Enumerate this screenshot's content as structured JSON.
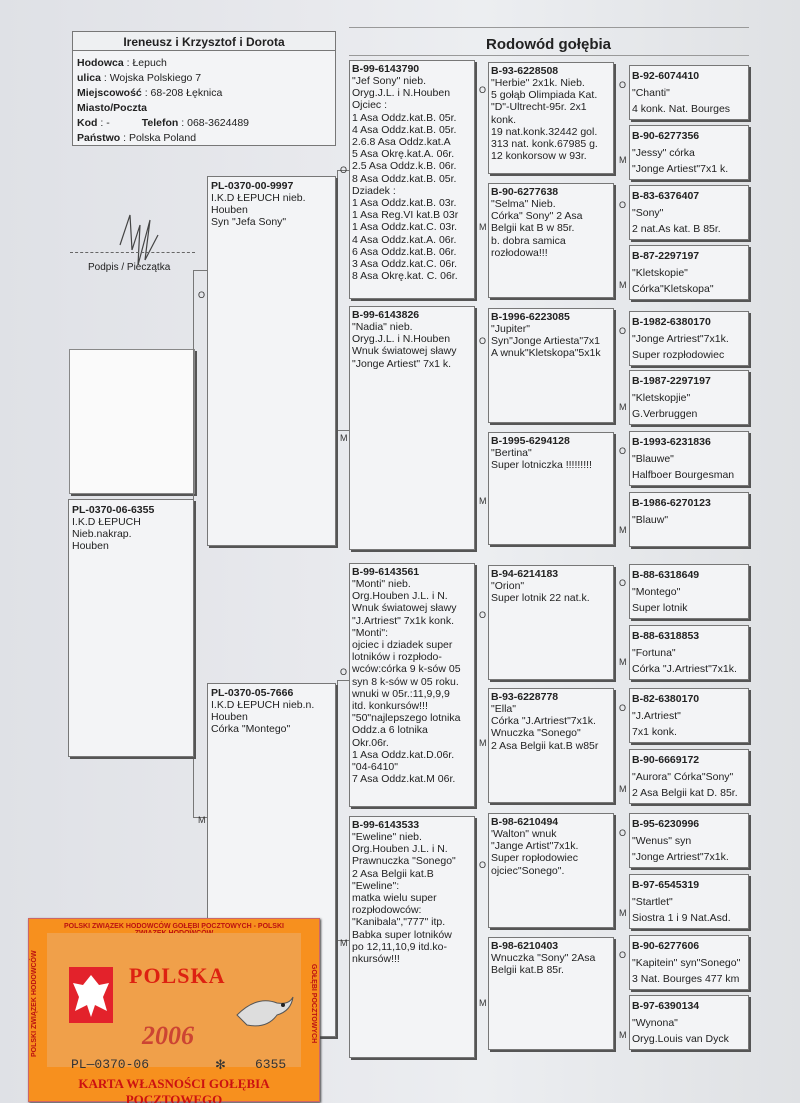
{
  "header": {
    "title": "Ireneusz i Krzysztof i Dorota",
    "rows": [
      {
        "label": "Hodowca",
        "value": "Łepuch"
      },
      {
        "label": "ulica",
        "value": "Wojska Polskiego 7"
      },
      {
        "label": "Miejscowość",
        "value": "68-208 Łęknica"
      },
      {
        "label": "Miasto/Poczta",
        "value": ""
      },
      {
        "label": "Kod",
        "value": "-"
      },
      {
        "label": "Telefon",
        "value": "068-3624489"
      },
      {
        "label": "Państwo",
        "value": "Polska   Poland"
      }
    ]
  },
  "doc_title": "Rodowód gołębia",
  "signature_label": "Podpis / Pieczątka",
  "gen0": {
    "ring": "PL-0370-06-6355",
    "text": "I.K.D ŁEPUCH\nNieb.nakrap.\nHouben"
  },
  "gen1": [
    {
      "ring": "PL-0370-00-9997",
      "text": "I.K.D ŁEPUCH     nieb.\nHouben\nSyn \"Jefa Sony\""
    },
    {
      "ring": "PL-0370-05-7666",
      "text": "I.K.D ŁEPUCH  nieb.n.\nHouben\nCórka \"Montego\""
    }
  ],
  "gen2": [
    {
      "ring": "B-99-6143790",
      "text": "\"Jef Sony\"            nieb.\nOryg.J.L. i N.Houben\nOjciec :\n1 Asa Oddz.kat.B. 05r.\n4 Asa Oddz.kat.B. 05r.\n2.6.8 Asa Oddz.kat.A\n5 Asa Okrę.kat.A. 06r.\n2.5 Asa Oddz.k.B. 06r.\n8 Asa Oddz.kat.B. 05r.\nDziadek :\n1 Asa Oddz.kat.B. 03r.\n1 Asa Reg.VI kat.B 03r\n1 Asa Oddz.kat.C. 03r.\n4 Asa Oddz.kat.A. 06r.\n6 Asa Oddz.kat.B. 06r.\n3 Asa Oddz.kat.C. 06r.\n8 Asa Okrę.kat. C. 06r."
    },
    {
      "ring": "B-99-6143826",
      "text": "\"Nadia\"               nieb.\nOryg.J.L. i N.Houben\nWnuk światowej sławy\n\"Jonge Artiest\" 7x1 k."
    },
    {
      "ring": "B-99-6143561",
      "text": "\"Monti\"                nieb.\nOrg.Houben J.L. i N.\nWnuk światowej sławy\n\"J.Artriest\" 7x1k konk.\n\"Monti\":\nojciec i dziadek super\nlotników i rozpłodo-\nwców:córka 9 k-sów 05\nsyn 8 k-sów w 05 roku.\nwnuki w 05r.:11,9,9,9\nitd. konkursów!!!\n\"50\"najlepszego lotnika\nOddz.a 6 lotnika\nOkr.06r.\n1 Asa Oddz.kat.D.06r.\n\"04-6410\"\n7 Asa Oddz.kat.M 06r."
    },
    {
      "ring": "B-99-6143533",
      "text": "\"Eweline\"             nieb.\nOrg.Houben J.L. i N.\nPrawnuczka \"Sonego\"\n2 Asa Belgii kat.B\n\"Eweline\":\nmatka wielu super\nrozpłodowców:\n\"Kanibala\",\"777\" itp.\nBabka super lotników\npo 12,11,10,9 itd.ko-\nnkursów!!!"
    }
  ],
  "gen3": [
    {
      "ring": "B-93-6228508",
      "text": "\"Herbie\"  2x1k. Nieb.\n5 gołąb Olimpiada Kat.\n\"D\"-Ultrecht-95r. 2x1\nkonk.\n19 nat.konk.32442 gol.\n313 nat. konk.67985 g.\n12 konkorsow w 93r."
    },
    {
      "ring": "B-90-6277638",
      "text": "\"Selma\"            Nieb.\nCórka\" Sony\" 2 Asa\nBelgii kat B w 85r.\n b. dobra samica\nrozłodowa!!!"
    },
    {
      "ring": "B-1996-6223085",
      "text": "\"Jupiter\"\nSyn\"Jonge Artiesta\"7x1\nA wnuk\"Kletskopa\"5x1k"
    },
    {
      "ring": "B-1995-6294128",
      "text": "\"Bertina\"\nSuper lotniczka !!!!!!!!!"
    },
    {
      "ring": "B-94-6214183",
      "text": "\"Orion\"\nSuper lotnik     22 nat.k."
    },
    {
      "ring": "B-93-6228778",
      "text": "\"Ella\"\nCórka \"J.Artriest\"7x1k.\nWnuczka \"Sonego\"\n2 Asa Belgii kat.B w85r"
    },
    {
      "ring": "B-98-6210494",
      "text": "'Walton\"          wnuk\n \"Jange Artist\"7x1k.\nSuper ropłodowiec\nojciec\"Sonego\"."
    },
    {
      "ring": "B-98-6210403",
      "text": "Wnuczka \"Sony\" 2Asa\nBelgii kat.B 85r."
    }
  ],
  "gen4": [
    {
      "ring": "B-92-6074410",
      "text": "\"Chanti\"\n4 konk. Nat. Bourges"
    },
    {
      "ring": "B-90-6277356",
      "text": "\"Jessy\"      córka\n\"Jonge Artiest\"7x1 k."
    },
    {
      "ring": "B-83-6376407",
      "text": "\"Sony\"\n2 nat.As kat. B 85r."
    },
    {
      "ring": "B-87-2297197",
      "text": "\"Kletskopie\"\nCórka\"Kletskopa\""
    },
    {
      "ring": "B-1982-6380170",
      "text": "\"Jonge Artriest\"7x1k.\nSuper rozpłodowiec"
    },
    {
      "ring": "B-1987-2297197",
      "text": "\"Kletskopjie\"\nG.Verbruggen"
    },
    {
      "ring": "B-1993-6231836",
      "text": "\"Blauwe\"\nHalfboer Bourgesman"
    },
    {
      "ring": "B-1986-6270123",
      "text": "\"Blauw\""
    },
    {
      "ring": "B-88-6318649",
      "text": "\"Montego\"\nSuper lotnik"
    },
    {
      "ring": "B-88-6318853",
      "text": "\"Fortuna\"\nCórka \"J.Artriest\"7x1k."
    },
    {
      "ring": "B-82-6380170",
      "text": "\"J.Artriest\"\n7x1 konk."
    },
    {
      "ring": "B-90-6669172",
      "text": "\"Aurora\"  Córka\"Sony\"\n 2 Asa Belgii kat D. 85r."
    },
    {
      "ring": "B-95-6230996",
      "text": "\"Wenus\"     syn\n\"Jonge Artriest\"7x1k."
    },
    {
      "ring": "B-97-6545319",
      "text": "\"Startlet\"\nSiostra 1 i 9 Nat.Asd."
    },
    {
      "ring": "B-90-6277606",
      "text": "\"Kapitein\" syn\"Sonego\"\n3 Nat. Bourges 477 km"
    },
    {
      "ring": "B-97-6390134",
      "text": "\"Wynona\"\nOryg.Louis van Dyck"
    }
  ],
  "stamp": {
    "top": "POLSKI ZWIĄZEK HODOWCÓW GOŁĘBI POCZTOWYCH - POLSKI ZWIĄZEK HODOWCÓW",
    "side_left": "POLSKI ZWIĄZEK HODOWCÓW",
    "side_right": "GOŁĘBI POCZTOWYCH",
    "country": "POLSKA",
    "year": "2006",
    "ring": "PL—0370-06",
    "number": "6355",
    "bottom": "KARTA WŁASNOŚCI GOŁĘBIA POCZTOWEGO"
  }
}
